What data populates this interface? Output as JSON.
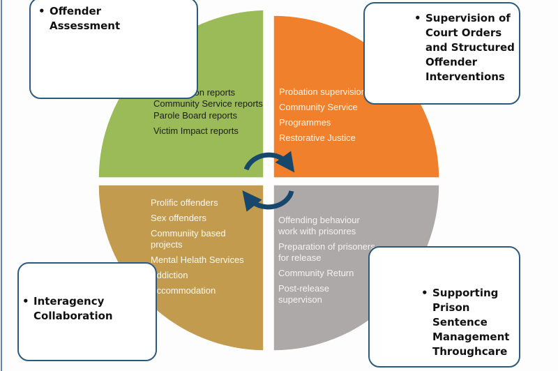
{
  "diagram": {
    "type": "quadrant cycle",
    "colors": {
      "q_top_left": "#9bbb59",
      "q_top_right": "#f0802b",
      "q_bottom_left": "#c29b4f",
      "q_bottom_right": "#ada9a9",
      "box_border": "#2c5a7c",
      "cycle_arrows": "#17476b"
    },
    "boxes": {
      "top_left": {
        "bullet": "•",
        "lines": [
          "Offender",
          "Assessment"
        ]
      },
      "top_right": {
        "bullet": "•",
        "lines": [
          "Supervision of",
          "Court Orders",
          "and Structured",
          "Offender",
          "Interventions"
        ]
      },
      "bottom_left": {
        "bullet": "•",
        "lines": [
          "Interagency",
          "Collaboration"
        ]
      },
      "bottom_right": {
        "bullet": "•",
        "lines": [
          "Supporting",
          "Prison",
          "Sentence",
          "Management",
          "Throughcare"
        ]
      }
    },
    "quadrants": {
      "top_left": {
        "items": [
          "Pre-sanction reports Community Service reports",
          "Parole Board reports",
          "Victim Impact reports"
        ]
      },
      "top_right": {
        "items": [
          "Probation supervision",
          "Community Service",
          "Programmes",
          "Restorative Justice"
        ]
      },
      "bottom_left": {
        "items": [
          "Prolific offenders",
          "Sex offenders",
          "Communiity based projects",
          "Mental Helath Services",
          "Addiction",
          "Accommodation"
        ]
      },
      "bottom_right": {
        "items": [
          "Offending behaviour work with prisonres",
          "Preparation of prisoners for release",
          "Community Return",
          "Post-release supervison"
        ]
      }
    }
  }
}
